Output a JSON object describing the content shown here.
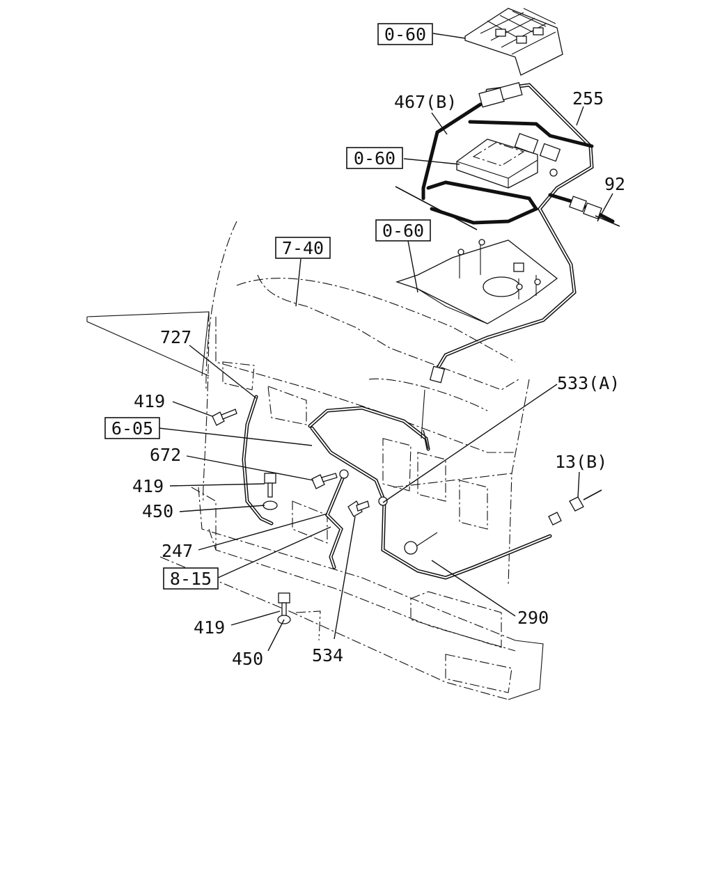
{
  "labels": {
    "ref_0_60_top": "0-60",
    "ref_0_60_mid": "0-60",
    "ref_0_60_low": "0-60",
    "ref_7_40": "7-40",
    "ref_6_05": "6-05",
    "ref_8_15": "8-15",
    "p467b": "467(B)",
    "p255": "255",
    "p92": "92",
    "p727": "727",
    "p419_a": "419",
    "p672": "672",
    "p419_b": "419",
    "p450_a": "450",
    "p247": "247",
    "p533a": "533(A)",
    "p13b": "13(B)",
    "p290": "290",
    "p419_c": "419",
    "p450_b": "450",
    "p534": "534"
  }
}
